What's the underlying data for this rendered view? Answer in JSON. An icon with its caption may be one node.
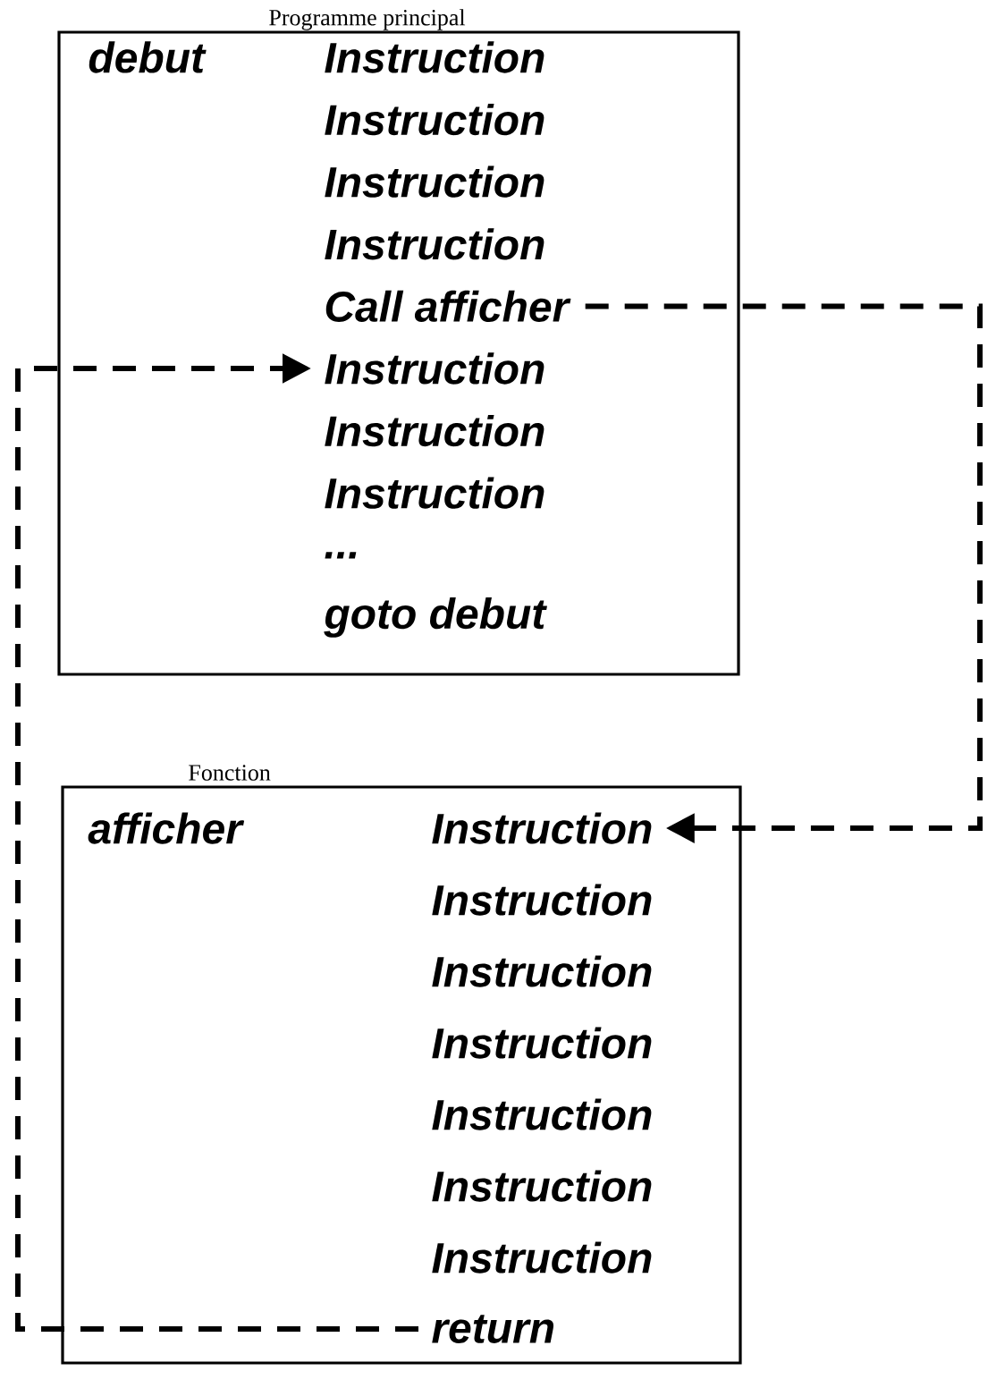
{
  "diagram": {
    "nodes": [
      {
        "text": [
          "Programme principal"
        ]
      },
      {
        "text": [
          "debut"
        ],
        "in": 0
      },
      {
        "text": [
          "Instruction"
        ],
        "in": 0
      },
      {
        "text": [
          "Instruction"
        ],
        "in": 0
      },
      {
        "text": [
          "Instruction"
        ],
        "in": 0
      },
      {
        "text": [
          "Instruction"
        ],
        "in": 0
      },
      {
        "text": [
          "Call   afficher"
        ],
        "in": 0
      },
      {
        "text": [
          "Instruction"
        ],
        "in": 0
      },
      {
        "text": [
          "Instruction"
        ],
        "in": 0
      },
      {
        "text": [
          "Instruction"
        ],
        "in": 0
      },
      {
        "text": [
          "..."
        ],
        "in": 0
      },
      {
        "text": [
          "goto   debut"
        ],
        "in": 0
      },
      {
        "text": [
          "Fonction"
        ]
      },
      {
        "text": [
          "afficher"
        ],
        "in": 12
      },
      {
        "text": [
          "Instruction"
        ],
        "in": 12
      },
      {
        "text": [
          "Instruction"
        ],
        "in": 12
      },
      {
        "text": [
          "Instruction"
        ],
        "in": 12
      },
      {
        "text": [
          "Instruction"
        ],
        "in": 12
      },
      {
        "text": [
          "Instruction"
        ],
        "in": 12
      },
      {
        "text": [
          "Instruction"
        ],
        "in": 12
      },
      {
        "text": [
          "Instruction"
        ],
        "in": 12
      },
      {
        "text": [
          "return"
        ],
        "in": 12
      }
    ],
    "edges": [
      {
        "from": 6,
        "to": 14,
        "arrow": "to",
        "style": "dashed"
      },
      {
        "from": 21,
        "to": 7,
        "arrow": "to",
        "style": "dashed"
      }
    ]
  }
}
